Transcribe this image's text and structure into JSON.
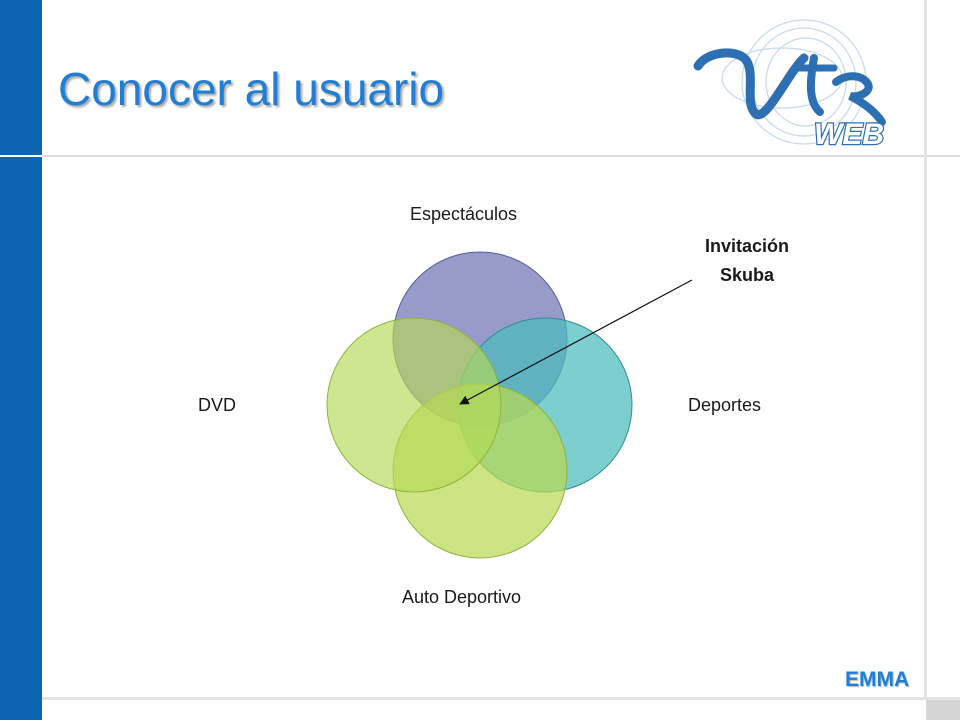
{
  "title": "Conocer al usuario",
  "logo": {
    "text_main": "Vtr",
    "text_sub": "WEB",
    "color": "#2d6fb3"
  },
  "diagram": {
    "nodes": [
      {
        "label": "Espectáculos",
        "color": "#7b7dbe",
        "position": "top"
      },
      {
        "label": "Deportes",
        "color": "#4bbbbd",
        "position": "right"
      },
      {
        "label": "Auto Deportivo",
        "color": "#b8d955",
        "position": "bottom"
      },
      {
        "label": "DVD",
        "color": "#b3d957",
        "position": "left"
      }
    ],
    "callout": {
      "line1": "Invitación",
      "line2": "Skuba"
    }
  },
  "footer": {
    "tag": "EMMA"
  },
  "colors": {
    "accent": "#1f7fd6",
    "sidebar": "#0b65b0"
  }
}
